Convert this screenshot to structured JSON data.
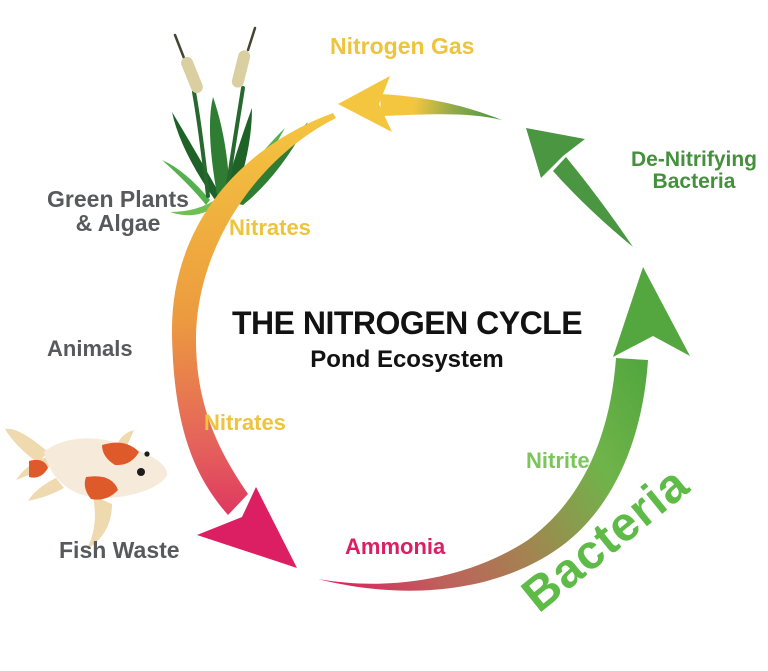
{
  "diagram": {
    "title": "THE NITROGEN CYCLE",
    "subtitle": "Pond Ecosystem"
  },
  "labels": {
    "nitrogen_gas": "Nitrogen Gas",
    "denitrifying_line1": "De-Nitrifying",
    "denitrifying_line2": "Bacteria",
    "green_plants_line1": "Green Plants",
    "green_plants_line2": "& Algae",
    "nitrates_top": "Nitrates",
    "animals": "Animals",
    "nitrates_bottom": "Nitrates",
    "nitrite": "Nitrite",
    "ammonia": "Ammonia",
    "fish_waste": "Fish Waste",
    "bacteria": "Bacteria"
  },
  "colors": {
    "gold": "#EDC43C",
    "gold_deep": "#F4C63F",
    "orange": "#EC9B3F",
    "coral": "#E4605C",
    "magenta": "#DC1E62",
    "rose_dull": "#C05E5C",
    "olive": "#A28550",
    "olive_green": "#8FA94A",
    "green_mid": "#6FB44A",
    "green_head": "#54A73F",
    "green_arrow": "#4A9641",
    "green_dark_text": "#45903D",
    "green_light_text": "#7CC45C",
    "green_bright_text": "#5EBB47",
    "gray_text": "#58595B",
    "black_text": "#121212",
    "leaf_dark": "#1E6228",
    "leaf_mid": "#2E7D32",
    "leaf_light": "#55B14E",
    "leaf_pale": "#6FBF53",
    "stem": "#26682E",
    "catkin": "#D9CFA0",
    "spike": "#45452F",
    "fish_body": "#F6EADA",
    "fish_fin": "#EFD9AE",
    "fish_orange": "#DF5A2B",
    "eye": "#1C1C1C"
  }
}
